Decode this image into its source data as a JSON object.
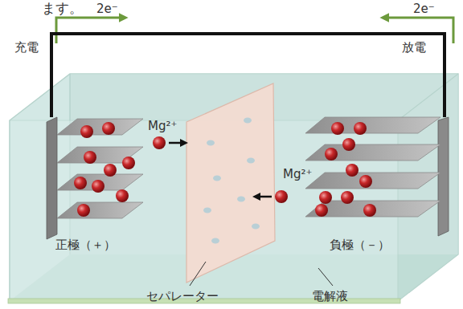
{
  "diagram": {
    "nodes": [
      {
        "text": [
          "正極（＋）"
        ]
      },
      {
        "text": [
          "負極（－）"
        ]
      }
    ],
    "edges": [
      {
        "from": 0,
        "to": 1,
        "arrow": "none"
      }
    ],
    "labels": [
      "ます。",
      "2e⁻",
      "2e⁻",
      "充電",
      "放電",
      "Mg²⁺",
      "Mg²⁺",
      "セパレーター",
      "電解液"
    ]
  }
}
